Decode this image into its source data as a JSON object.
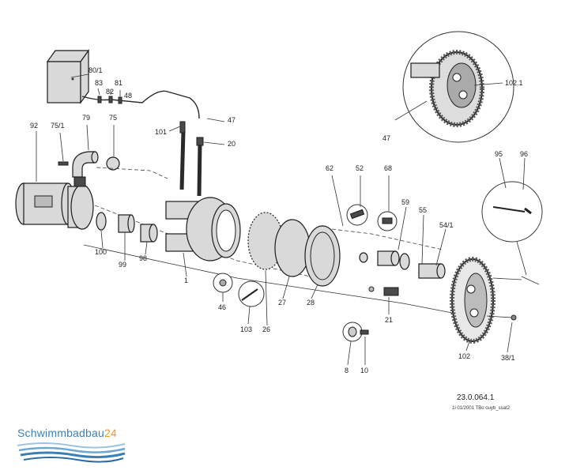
{
  "diagram": {
    "part_numbers": {
      "p80_1": "80/1",
      "p83": "83",
      "p82": "82",
      "p81": "81",
      "p48": "48",
      "p47a": "47",
      "p47b": "47",
      "p20": "20",
      "p101": "101",
      "p92": "92",
      "p75_1": "75/1",
      "p79": "79",
      "p75": "75",
      "p102_1": "102.1",
      "p62": "62",
      "p52": "52",
      "p68": "68",
      "p59": "59",
      "p55": "55",
      "p54_1": "54/1",
      "p95": "95",
      "p96": "96",
      "p100": "100",
      "p99": "99",
      "p98": "98",
      "p1": "1",
      "p46": "46",
      "p103": "103",
      "p26": "26",
      "p27": "27",
      "p28": "28",
      "p21": "21",
      "p102": "102",
      "p38_1": "38/1",
      "p8": "8",
      "p10": "10"
    },
    "drawing_code": "23.0.064.1",
    "drawing_ref": "1l 01/2001 TBo  ouyb_ssat2"
  },
  "brand": {
    "name_main": "Schwimmbadbau",
    "name_accent": "24"
  }
}
